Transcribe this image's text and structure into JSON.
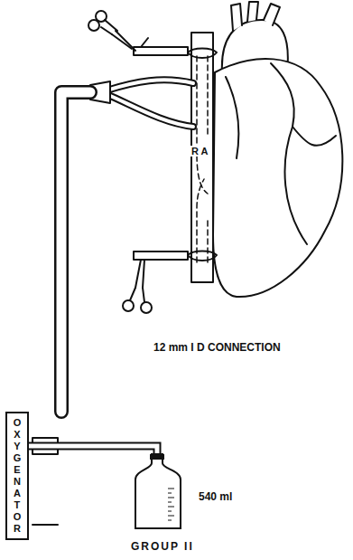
{
  "diagram": {
    "caption": "GROUP II",
    "nodes": [
      {
        "text": [
          "OXYGENATOR"
        ]
      },
      {
        "text": [
          "540 ml"
        ]
      }
    ],
    "edges": [
      {
        "from": 0,
        "to": 1,
        "arrow": "none"
      }
    ],
    "labels": [
      "R A",
      "12 mm I D CONNECTION"
    ]
  }
}
